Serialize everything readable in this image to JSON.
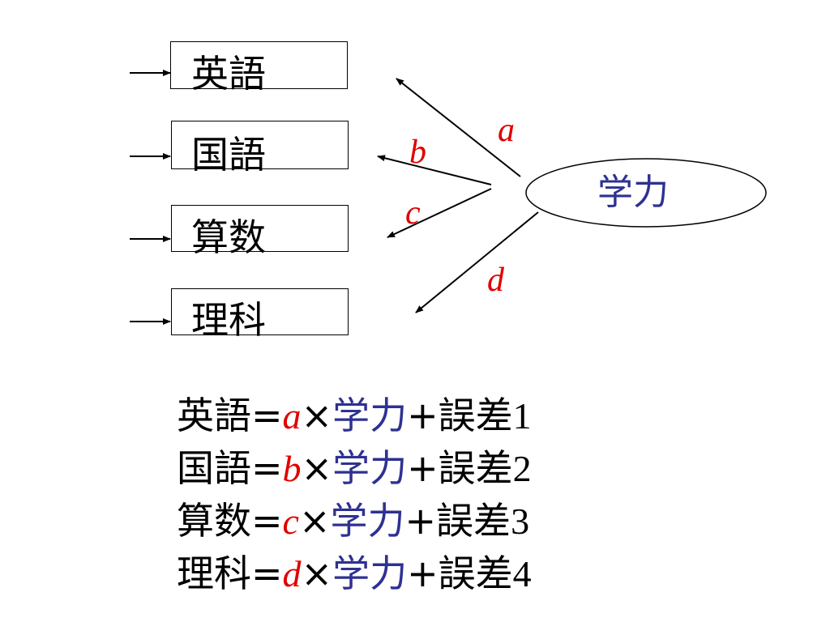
{
  "colors": {
    "coefficient": "#e00000",
    "latent": "#2e3192",
    "text": "#000000"
  },
  "observed": [
    {
      "label": "英語",
      "coef": "a"
    },
    {
      "label": "国語",
      "coef": "b"
    },
    {
      "label": "算数",
      "coef": "c"
    },
    {
      "label": "理科",
      "coef": "d"
    }
  ],
  "latent": {
    "label": "学力"
  },
  "equations": [
    {
      "lhs": "英語",
      "eq": "=",
      "coef": "a",
      "times": "×",
      "factor": "学力",
      "plus": "+誤差",
      "num": "1"
    },
    {
      "lhs": "国語",
      "eq": "=",
      "coef": "b",
      "times": "×",
      "factor": "学力",
      "plus": "+誤差",
      "num": "2"
    },
    {
      "lhs": "算数",
      "eq": "=",
      "coef": "c",
      "times": "×",
      "factor": "学力",
      "plus": "+誤差",
      "num": "3"
    },
    {
      "lhs": "理科",
      "eq": "=",
      "coef": "d",
      "times": "×",
      "factor": "学力",
      "plus": "+誤差",
      "num": "4"
    }
  ]
}
